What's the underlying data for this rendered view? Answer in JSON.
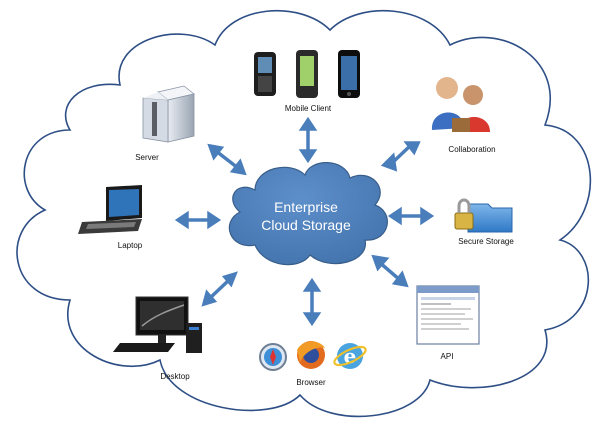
{
  "center": {
    "line1": "Enterprise",
    "line2": "Cloud Storage"
  },
  "nodes": {
    "mobile_client": "Mobile Client",
    "collaboration": "Collaboration",
    "secure_storage": "Secure Storage",
    "api": "API",
    "browser": "Browser",
    "desktop": "Desktop",
    "laptop": "Laptop",
    "server": "Server"
  },
  "colors": {
    "outer_cloud_stroke": "#2e4f86",
    "inner_cloud_fill": "#4f82bd",
    "inner_cloud_stroke": "#385d8a",
    "arrow": "#4a7ebb"
  },
  "icons": [
    "phone-icon",
    "people-icon",
    "lock-folder-icon",
    "document-window-icon",
    "browser-logos-icon",
    "desktop-computer-icon",
    "laptop-icon",
    "server-icon"
  ]
}
